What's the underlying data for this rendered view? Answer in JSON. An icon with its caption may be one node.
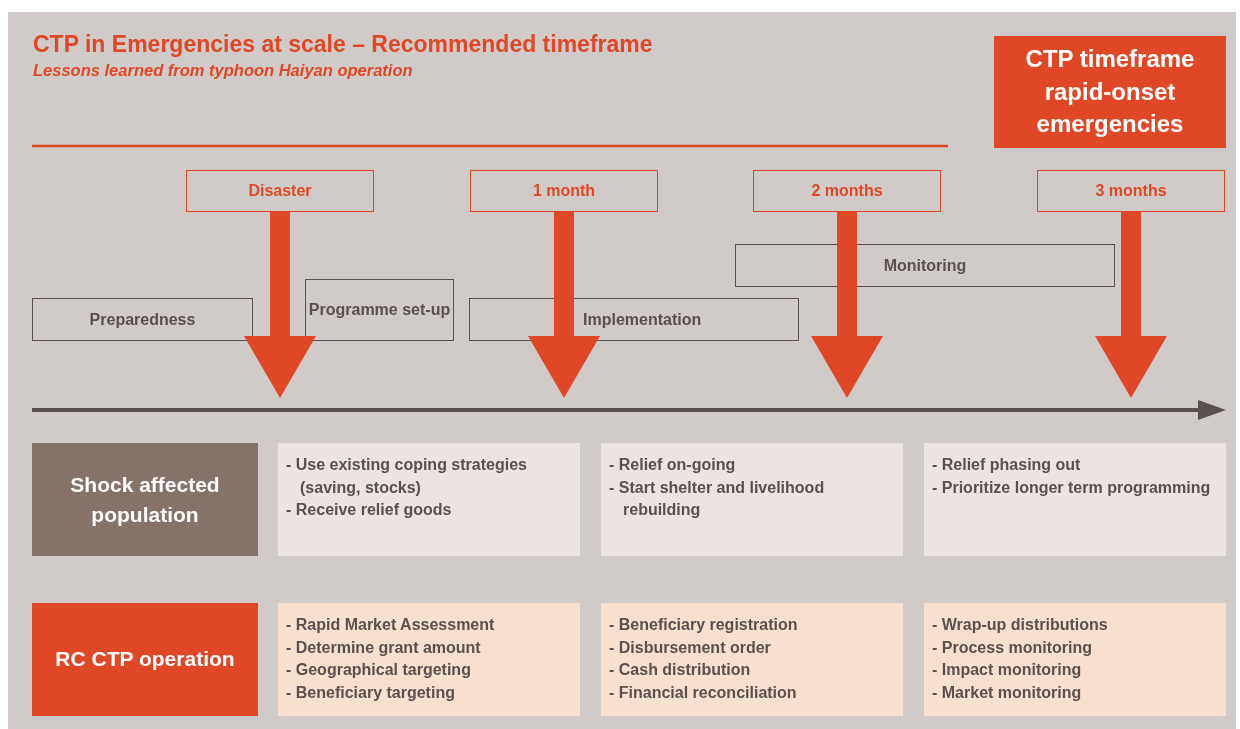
{
  "diagram": {
    "title": "CTP in Emergencies at scale – Recommended timeframe",
    "nodes": [
      {
        "text": [
          "CTP timeframe rapid-onset emergencies"
        ]
      },
      {
        "text": [
          "Disaster"
        ]
      },
      {
        "text": [
          "1 month"
        ]
      },
      {
        "text": [
          "2 months"
        ]
      },
      {
        "text": [
          "3 months"
        ]
      },
      {
        "text": [
          "Monitoring"
        ]
      },
      {
        "text": [
          "Programme set-up"
        ]
      },
      {
        "text": [
          "Preparedness"
        ]
      },
      {
        "text": [
          "Implementation"
        ]
      },
      {
        "text": [
          "Shock affected population"
        ]
      },
      {
        "text": [
          "- Use existing coping strategies (saving, stocks)",
          "- Receive relief goods"
        ]
      },
      {
        "text": [
          "- Relief on-going",
          "- Start shelter and livelihood rebuilding"
        ]
      },
      {
        "text": [
          "- Relief phasing out",
          "- Prioritize longer term programming"
        ]
      },
      {
        "text": [
          "RC CTP operation"
        ]
      },
      {
        "text": [
          "- Rapid Market Assessment",
          "- Determine grant amount",
          "- Geographical targeting",
          "- Beneficiary targeting"
        ]
      },
      {
        "text": [
          "- Beneficiary registration",
          "- Disbursement order",
          "- Cash distribution",
          "- Financial reconciliation"
        ]
      },
      {
        "text": [
          "- Wrap-up distributions",
          "- Process monitoring",
          "- Impact monitoring",
          "- Market monitoring"
        ]
      }
    ],
    "edges": [
      {
        "from": 1,
        "to": null,
        "arrow": "to",
        "style": "thick"
      },
      {
        "from": 2,
        "to": null,
        "arrow": "to",
        "style": "thick"
      },
      {
        "from": 3,
        "to": null,
        "arrow": "to",
        "style": "thick"
      },
      {
        "from": 4,
        "to": null,
        "arrow": "to",
        "style": "thick"
      }
    ],
    "labels": [
      "Lessons learned from typhoon Haiyan operation"
    ]
  }
}
